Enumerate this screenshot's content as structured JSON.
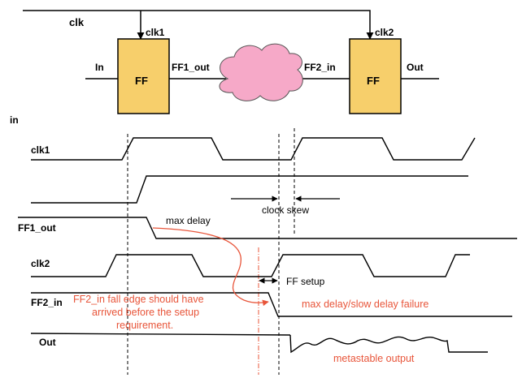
{
  "schematic": {
    "clk_label": "clk",
    "clk1_label": "clk1",
    "clk2_label": "clk2",
    "in_label": "In",
    "ff_label": "FF",
    "ff1_out_label": "FF1_out",
    "ff2_in_label": "FF2_in",
    "out_label": "Out"
  },
  "timing": {
    "in_label": "in",
    "signals": {
      "clk1": "clk1",
      "ff1_out": "FF1_out",
      "clk2": "clk2",
      "ff2_in": "FF2_in",
      "out": "Out"
    },
    "annotations": {
      "max_delay": "max delay",
      "clock_skew": "clock skew",
      "ff_setup": "FF setup",
      "ff2_note_1": "FF2_in fall edge should have",
      "ff2_note_2": "arrived before the setup",
      "ff2_note_3": "requirement.",
      "failure": "max delay/slow delay failure",
      "metastable": "metastable output"
    }
  },
  "colors": {
    "ff_fill": "#f7cf6b",
    "cloud_fill": "#f6a9c8",
    "annotation_red": "#e8553a",
    "line": "#000000"
  }
}
